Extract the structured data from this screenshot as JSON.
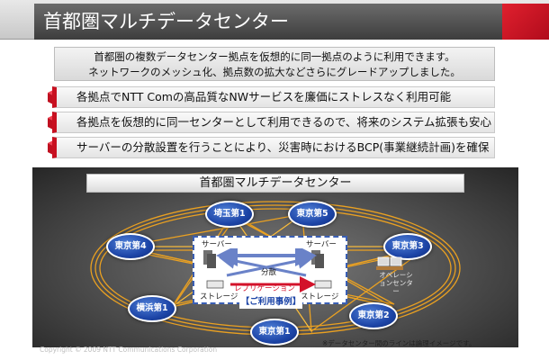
{
  "header": {
    "title": "首都圏マルチデータセンター",
    "accent_color": "#c81020"
  },
  "intro": {
    "line1": "首都圏の複数データセンター拠点を仮想的に同一拠点のように利用できます。",
    "line2": "ネットワークのメッシュ化、拠点数の拡大などさらにグレードアップしました。"
  },
  "bullets": [
    {
      "text": "各拠点でNTT Comの高品質なNWサービスを廉価にストレスなく利用可能"
    },
    {
      "text": "各拠点を仮想的に同一センターとして利用できるので、将来のシステム拡張も安心"
    },
    {
      "text": "サーバーの分散設置を行うことにより、災害時におけるBCP(事業継続計画)を確保"
    }
  ],
  "diagram": {
    "title": "首都圏マルチデータセンター",
    "nodes": [
      {
        "label": "埼玉第1"
      },
      {
        "label": "東京第5"
      },
      {
        "label": "東京第4"
      },
      {
        "label": "東京第3"
      },
      {
        "label": "横浜第1"
      },
      {
        "label": "東京第2"
      },
      {
        "label": "東京第1"
      }
    ],
    "center": {
      "server_left": "サーバー",
      "server_right": "サーバー",
      "distribution": "分散",
      "storage_left": "ストレージ",
      "storage_right": "ストレージ",
      "replication": "レプリケーション",
      "example": "【ご利用事例】"
    },
    "operation_center": "オペレーションセンター",
    "note": "※データセンター間のラインは論理イメージです。"
  },
  "footer": {
    "copyright": "Copyright © 2009 NTT Communications Corporation"
  }
}
